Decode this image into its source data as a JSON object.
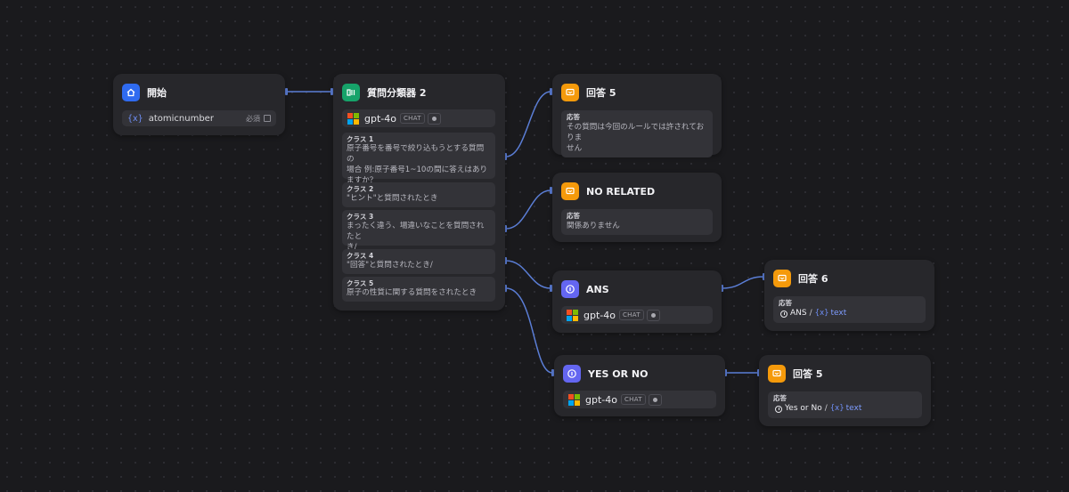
{
  "start": {
    "title": "開始",
    "var_symbol": "{x}",
    "var_name": "atomicnumber",
    "required": "必須"
  },
  "classifier": {
    "title": "質問分類器 2",
    "model": "gpt-4o",
    "badge": "CHAT",
    "classes": [
      {
        "label": "クラス 1",
        "lines": [
          "原子番号を番号で絞り込もうとする質問の",
          "場合 例:原子番号1~10の間に答えはあり",
          "ますか？"
        ]
      },
      {
        "label": "クラス 2",
        "lines": [
          "\"ヒント\"と質問されたとき"
        ]
      },
      {
        "label": "クラス 3",
        "lines": [
          "まったく違う、場違いなことを質問されたと",
          "き/"
        ]
      },
      {
        "label": "クラス 4",
        "lines": [
          "\"回答\"と質問されたとき/"
        ]
      },
      {
        "label": "クラス 5",
        "lines": [
          "原子の性質に関する質問をされたとき"
        ]
      }
    ]
  },
  "answer5_top": {
    "title": "回答 5",
    "resp_label": "応答",
    "lines": [
      "その質問は今回のルールでは許されておりま",
      "せん"
    ]
  },
  "no_related": {
    "title": "NO RELATED",
    "resp_label": "応答",
    "lines": [
      "関係ありません"
    ]
  },
  "ans": {
    "title": "ANS",
    "model": "gpt-4o",
    "badge": "CHAT"
  },
  "yes_or_no": {
    "title": "YES OR NO",
    "model": "gpt-4o",
    "badge": "CHAT"
  },
  "answer6": {
    "title": "回答 6",
    "resp_label": "応答",
    "node_ref": "ANS",
    "slash": "/",
    "var_symbol": "{x}",
    "var_name": "text"
  },
  "answer5_bottom": {
    "title": "回答 5",
    "resp_label": "応答",
    "node_ref": "Yes or No",
    "slash": "/",
    "var_symbol": "{x}",
    "var_name": "text"
  },
  "colors": {
    "edge": "#5b7ed6",
    "start_icon": "#2f6bf0",
    "classifier_icon": "#16a36a",
    "answer_icon": "#f59a0b",
    "llm_icon": "#6466f1"
  },
  "icons": {
    "start": "home-icon",
    "classifier": "classifier-icon",
    "answer": "answer-icon",
    "llm": "info-icon"
  }
}
